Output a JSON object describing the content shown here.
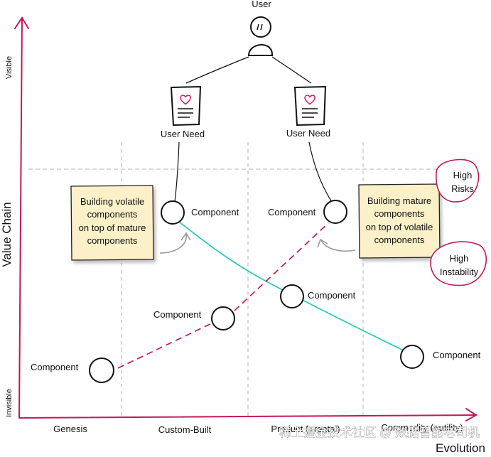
{
  "diagram": {
    "user_label": "User",
    "user_need_left": "User Need",
    "user_need_right": "User Need",
    "axes": {
      "y_title": "Value Chain",
      "y_top": "Visible",
      "y_bottom": "Invisible",
      "x_title": "Evolution",
      "x_stages": [
        "Genesis",
        "Custom-Built",
        "Product (+rental)",
        "Commodity (+utility)"
      ]
    },
    "components": {
      "c1": "Component",
      "c2": "Component",
      "c3": "Component",
      "c4": "Component",
      "c5": "Component",
      "c6": "Component"
    },
    "note_left": [
      "Building volatile",
      "components",
      "on top of mature",
      "components"
    ],
    "note_right": [
      "Building mature",
      "components",
      "on top of volatile",
      "components"
    ],
    "badge_risks": [
      "High",
      "Risks"
    ],
    "badge_instability": [
      "High",
      "Instability"
    ],
    "watermark": "稀土掘金技术社区 @ 数据智能老司机",
    "colors": {
      "axis": "#c2185b",
      "teal_line": "#26c6bf",
      "dashed_line": "#c2185b",
      "note_fill": "#fbf0c8",
      "note_stroke": "#222222",
      "grid": "#b0b0b0"
    }
  }
}
